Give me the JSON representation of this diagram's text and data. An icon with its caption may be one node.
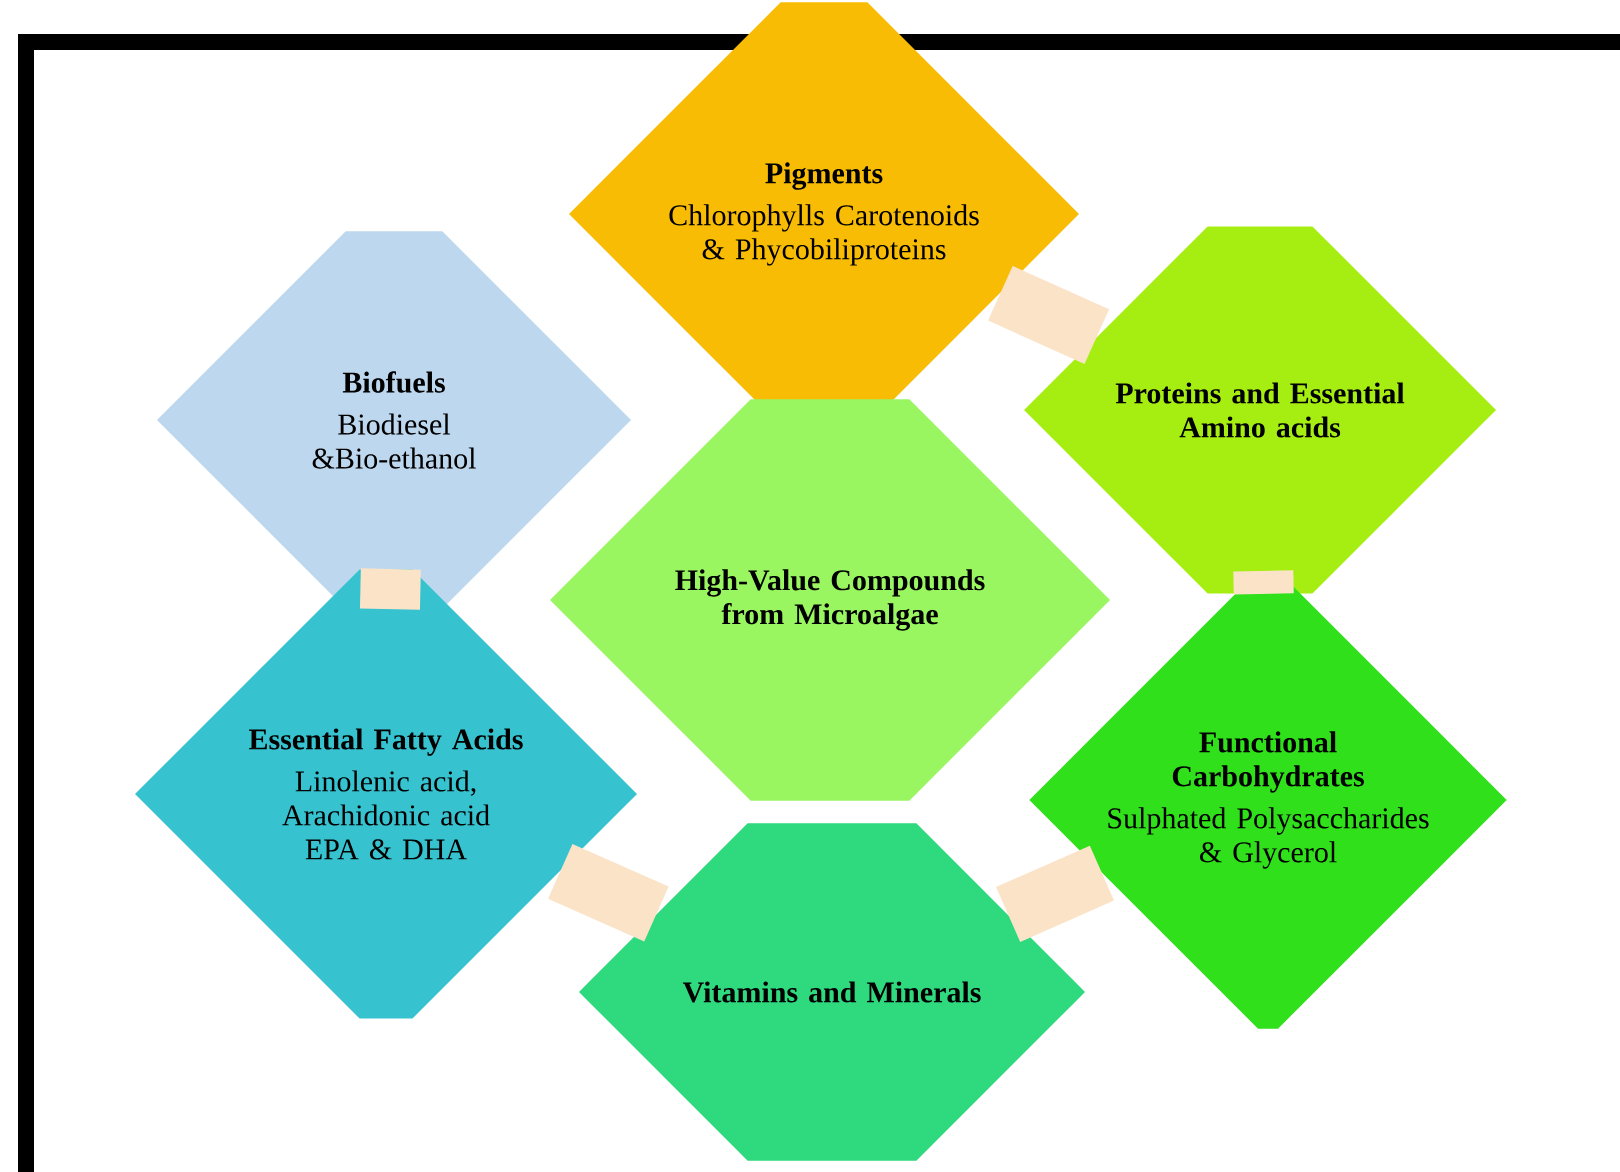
{
  "diagram": {
    "nodes": [
      {
        "text": [
          "Pigments",
          "Chlorophylls Carotenoids & Phycobiliproteins"
        ]
      },
      {
        "text": [
          "Biofuels",
          "Biodiesel &Bio-ethanol"
        ]
      },
      {
        "text": [
          "Proteins and Essential Amino acids"
        ]
      },
      {
        "text": [
          "High-Value Compounds from Microalgae"
        ]
      },
      {
        "text": [
          "Essential Fatty Acids",
          "Linolenic acid, Arachidonic acid EPA & DHA"
        ]
      },
      {
        "text": [
          "Functional Carbohydrates",
          "Sulphated Polysaccharides & Glycerol"
        ]
      },
      {
        "text": [
          "Vitamins and Minerals"
        ]
      }
    ],
    "edges": [
      {
        "from": 0,
        "to": 2,
        "arrow": "none"
      },
      {
        "from": 2,
        "to": 5,
        "arrow": "none"
      },
      {
        "from": 5,
        "to": 6,
        "arrow": "none"
      },
      {
        "from": 6,
        "to": 4,
        "arrow": "none"
      },
      {
        "from": 4,
        "to": 1,
        "arrow": "none"
      }
    ]
  }
}
